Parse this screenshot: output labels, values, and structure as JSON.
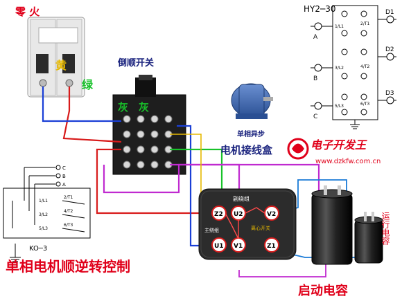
{
  "labels": {
    "neutral_live": "零 火",
    "reversing_switch": "倒顺开关",
    "motor_single_phase": "单相异步",
    "motor_terminal": "电机接线盒",
    "brand": "电子开发王",
    "website": "www.dzkfw.com.cn",
    "title": "单相电机顺逆转控制",
    "start_cap": "启动电容",
    "run_cap": "运行电容",
    "switch_model": "HY2─30",
    "ko_model": "KO─3",
    "aux_winding": "副绕组",
    "main_winding": "主绕组",
    "centrifugal_switch": "离心开关",
    "wire_yellow": "黄",
    "wire_green": "绿",
    "wire_gray": "灰",
    "wire_gray2": "灰"
  },
  "hy2": {
    "left": [
      "A",
      "B",
      "C"
    ],
    "right": [
      "D1",
      "D2",
      "D3"
    ],
    "mid_left": [
      "1/L1",
      "3/L2",
      "5/L3"
    ],
    "mid_right": [
      "2/T1",
      "4/T2",
      "6/T3"
    ]
  },
  "ko": {
    "abc": [
      "C",
      "B",
      "A"
    ],
    "left": [
      "1/L1",
      "3/L2",
      "5/L3"
    ],
    "right": [
      "2/T1",
      "4/T2",
      "6/T3"
    ]
  },
  "terminals": {
    "top": [
      "Z2",
      "U2",
      "V2"
    ],
    "bottom": [
      "U1",
      "V1",
      "Z1"
    ]
  },
  "colors": {
    "red_text": "#e0001a",
    "wire_red": "#d81b1b",
    "wire_blue": "#1a3fd6",
    "wire_green": "#18c22a",
    "wire_magenta": "#c02ad0",
    "wire_yellow": "#e6b800"
  }
}
